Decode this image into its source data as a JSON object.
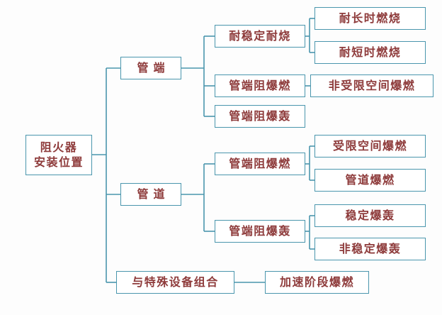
{
  "colors": {
    "bg": "#fdfdfd",
    "border": "#4a96ad",
    "fill": "#ffffff",
    "text": "#8e3b3b",
    "line": "#4a96ad"
  },
  "tree": {
    "root": {
      "line1": "阻火器",
      "line2": "安装位置"
    },
    "level1": [
      {
        "label": "管端",
        "children": [
          {
            "label": "耐稳定耐烧",
            "children": [
              {
                "label": "耐长时燃烧"
              },
              {
                "label": "耐短时燃烧"
              }
            ]
          },
          {
            "label": "管端阻爆燃",
            "children": [
              {
                "label": "非受限空间爆燃"
              }
            ]
          },
          {
            "label": "管端阻爆轰",
            "children": []
          }
        ]
      },
      {
        "label": "管道",
        "children": [
          {
            "label": "管端阻爆燃",
            "children": [
              {
                "label": "受限空间爆燃"
              },
              {
                "label": "管道爆燃"
              }
            ]
          },
          {
            "label": "管端阻爆轰",
            "children": [
              {
                "label": "稳定爆轰"
              },
              {
                "label": "非稳定爆轰"
              }
            ]
          }
        ]
      },
      {
        "label": "与特殊设备组合",
        "children": [
          {
            "label": "加速阶段爆燃"
          }
        ]
      }
    ]
  }
}
